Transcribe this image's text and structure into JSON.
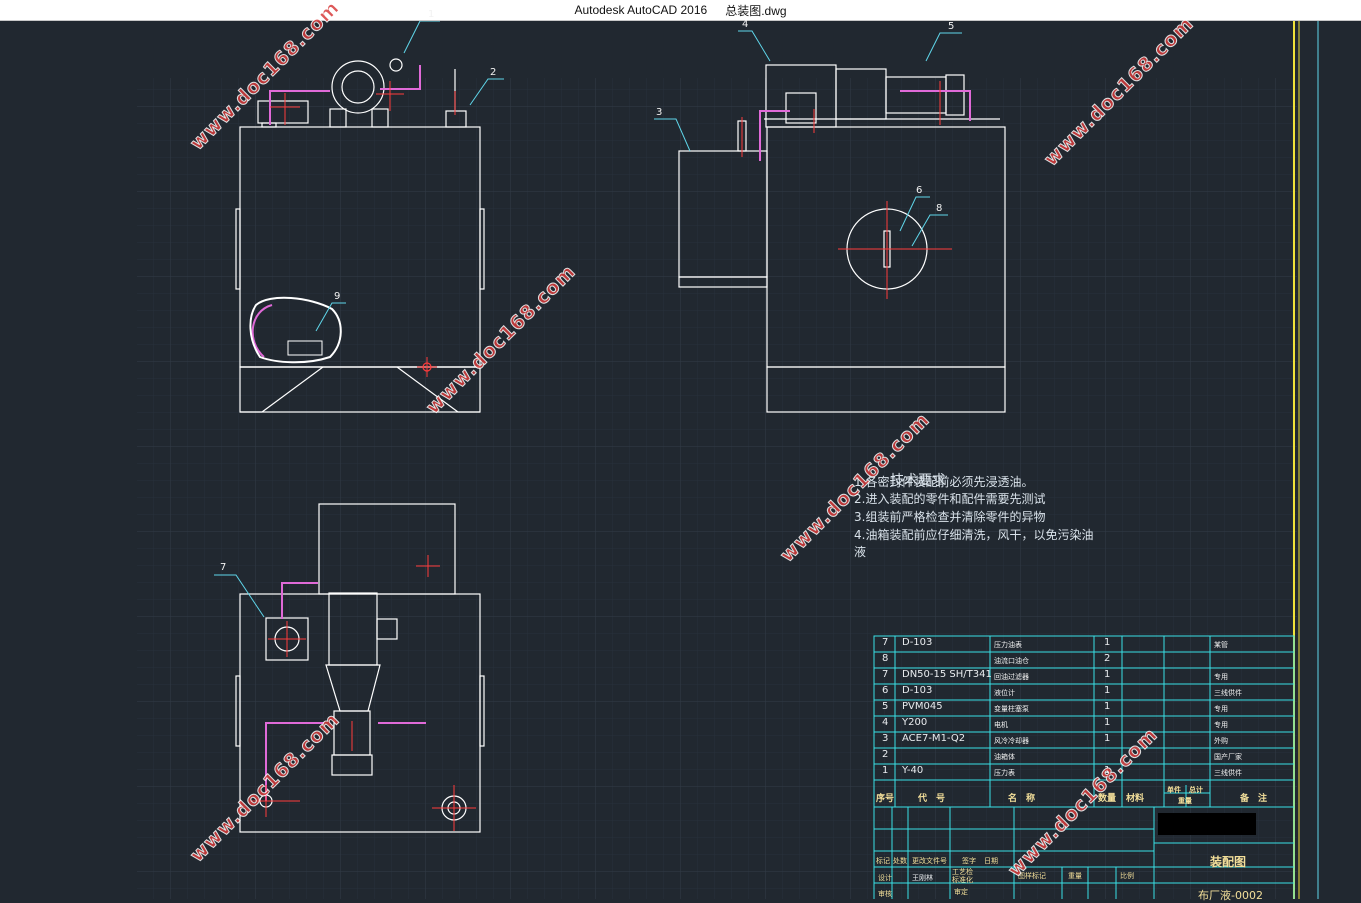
{
  "window": {
    "app_title": "Autodesk AutoCAD 2016",
    "file_name": "总装图.dwg"
  },
  "callouts": [
    "1",
    "2",
    "3",
    "4",
    "5",
    "6",
    "7",
    "8",
    "9"
  ],
  "technical_requirements": {
    "title": "技术要求",
    "items": [
      "1.各密封件装配前必须先浸透油。",
      "2.进入装配的零件和配件需要先测试",
      "3.组装前严格检查并清除零件的异物",
      "4.油箱装配前应仔细清洗，风干，以免污染油",
      "液"
    ]
  },
  "bom": {
    "rows": [
      {
        "no": "7",
        "code": "D-103",
        "name": "压力油表",
        "qty": "1",
        "note": "某管"
      },
      {
        "no": "8",
        "code": "",
        "name": "油流口油仓",
        "qty": "2",
        "note": ""
      },
      {
        "no": "7",
        "code": "DN50-15 SH/T341",
        "name": "回油过滤器",
        "qty": "1",
        "note": "专用"
      },
      {
        "no": "6",
        "code": "D-103",
        "name": "液位计",
        "qty": "1",
        "note": "三线供件"
      },
      {
        "no": "5",
        "code": "PVM045",
        "name": "变量柱塞泵",
        "qty": "1",
        "note": "专用"
      },
      {
        "no": "4",
        "code": "Y200",
        "name": "电机",
        "qty": "1",
        "note": "专用"
      },
      {
        "no": "3",
        "code": "ACE7-M1-Q2",
        "name": "风冷冷却器",
        "qty": "1",
        "note": "外购"
      },
      {
        "no": "2",
        "code": "",
        "name": "油箱体",
        "qty": "",
        "note": "国产厂家"
      },
      {
        "no": "1",
        "code": "Y-40",
        "name": "压力表",
        "qty": "1",
        "note": "三线供件"
      }
    ],
    "header": {
      "no": "序号",
      "code": "代　号",
      "name": "名　称",
      "qty": "数量",
      "material": "材料",
      "single": "单件",
      "total": "总计",
      "weight": "重量",
      "remarks": "备　注"
    }
  },
  "title_block": {
    "drawing_name": "装配图",
    "drawing_number": "布厂液-0002",
    "labels": [
      "标记",
      "处数",
      "更改文件号",
      "签字",
      "日期",
      "设计",
      "工艺检",
      "标准化",
      "审定",
      "图样标记",
      "重量",
      "比例",
      "审核"
    ],
    "designer": "王刚林"
  },
  "watermark_text": "www.doc168.com",
  "colors": {
    "background": "#212830",
    "grid": "#2c353f",
    "outline": "#ffffff",
    "centerline": "#ff3b3b",
    "leader": "#5fd6ea",
    "frame_yellow": "#f0e23a",
    "table_cyan": "#39e0e6",
    "pipe": "#e06ad8"
  }
}
